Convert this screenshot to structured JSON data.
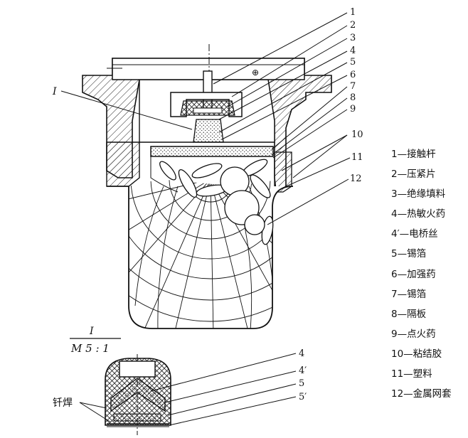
{
  "callouts": [
    "1",
    "2",
    "3",
    "4",
    "5",
    "6",
    "7",
    "8",
    "9",
    "10",
    "11",
    "12"
  ],
  "section_mark": "I",
  "detail_view": {
    "title": "I",
    "scale": "M 5 : 1"
  },
  "detail_callouts": [
    "4",
    "4′",
    "5",
    "5′"
  ],
  "weld_label": "钎焊",
  "legend": [
    "1—接触杆",
    "2—压紧片",
    "3—绝缘填料",
    "4—热敏火药",
    "4′—电桥丝",
    "5—锡箔",
    "6—加强药",
    "7—锡箔",
    "8—隔板",
    "9—点火药",
    "10—粘结胶",
    "11—塑料",
    "12—金属网套"
  ]
}
